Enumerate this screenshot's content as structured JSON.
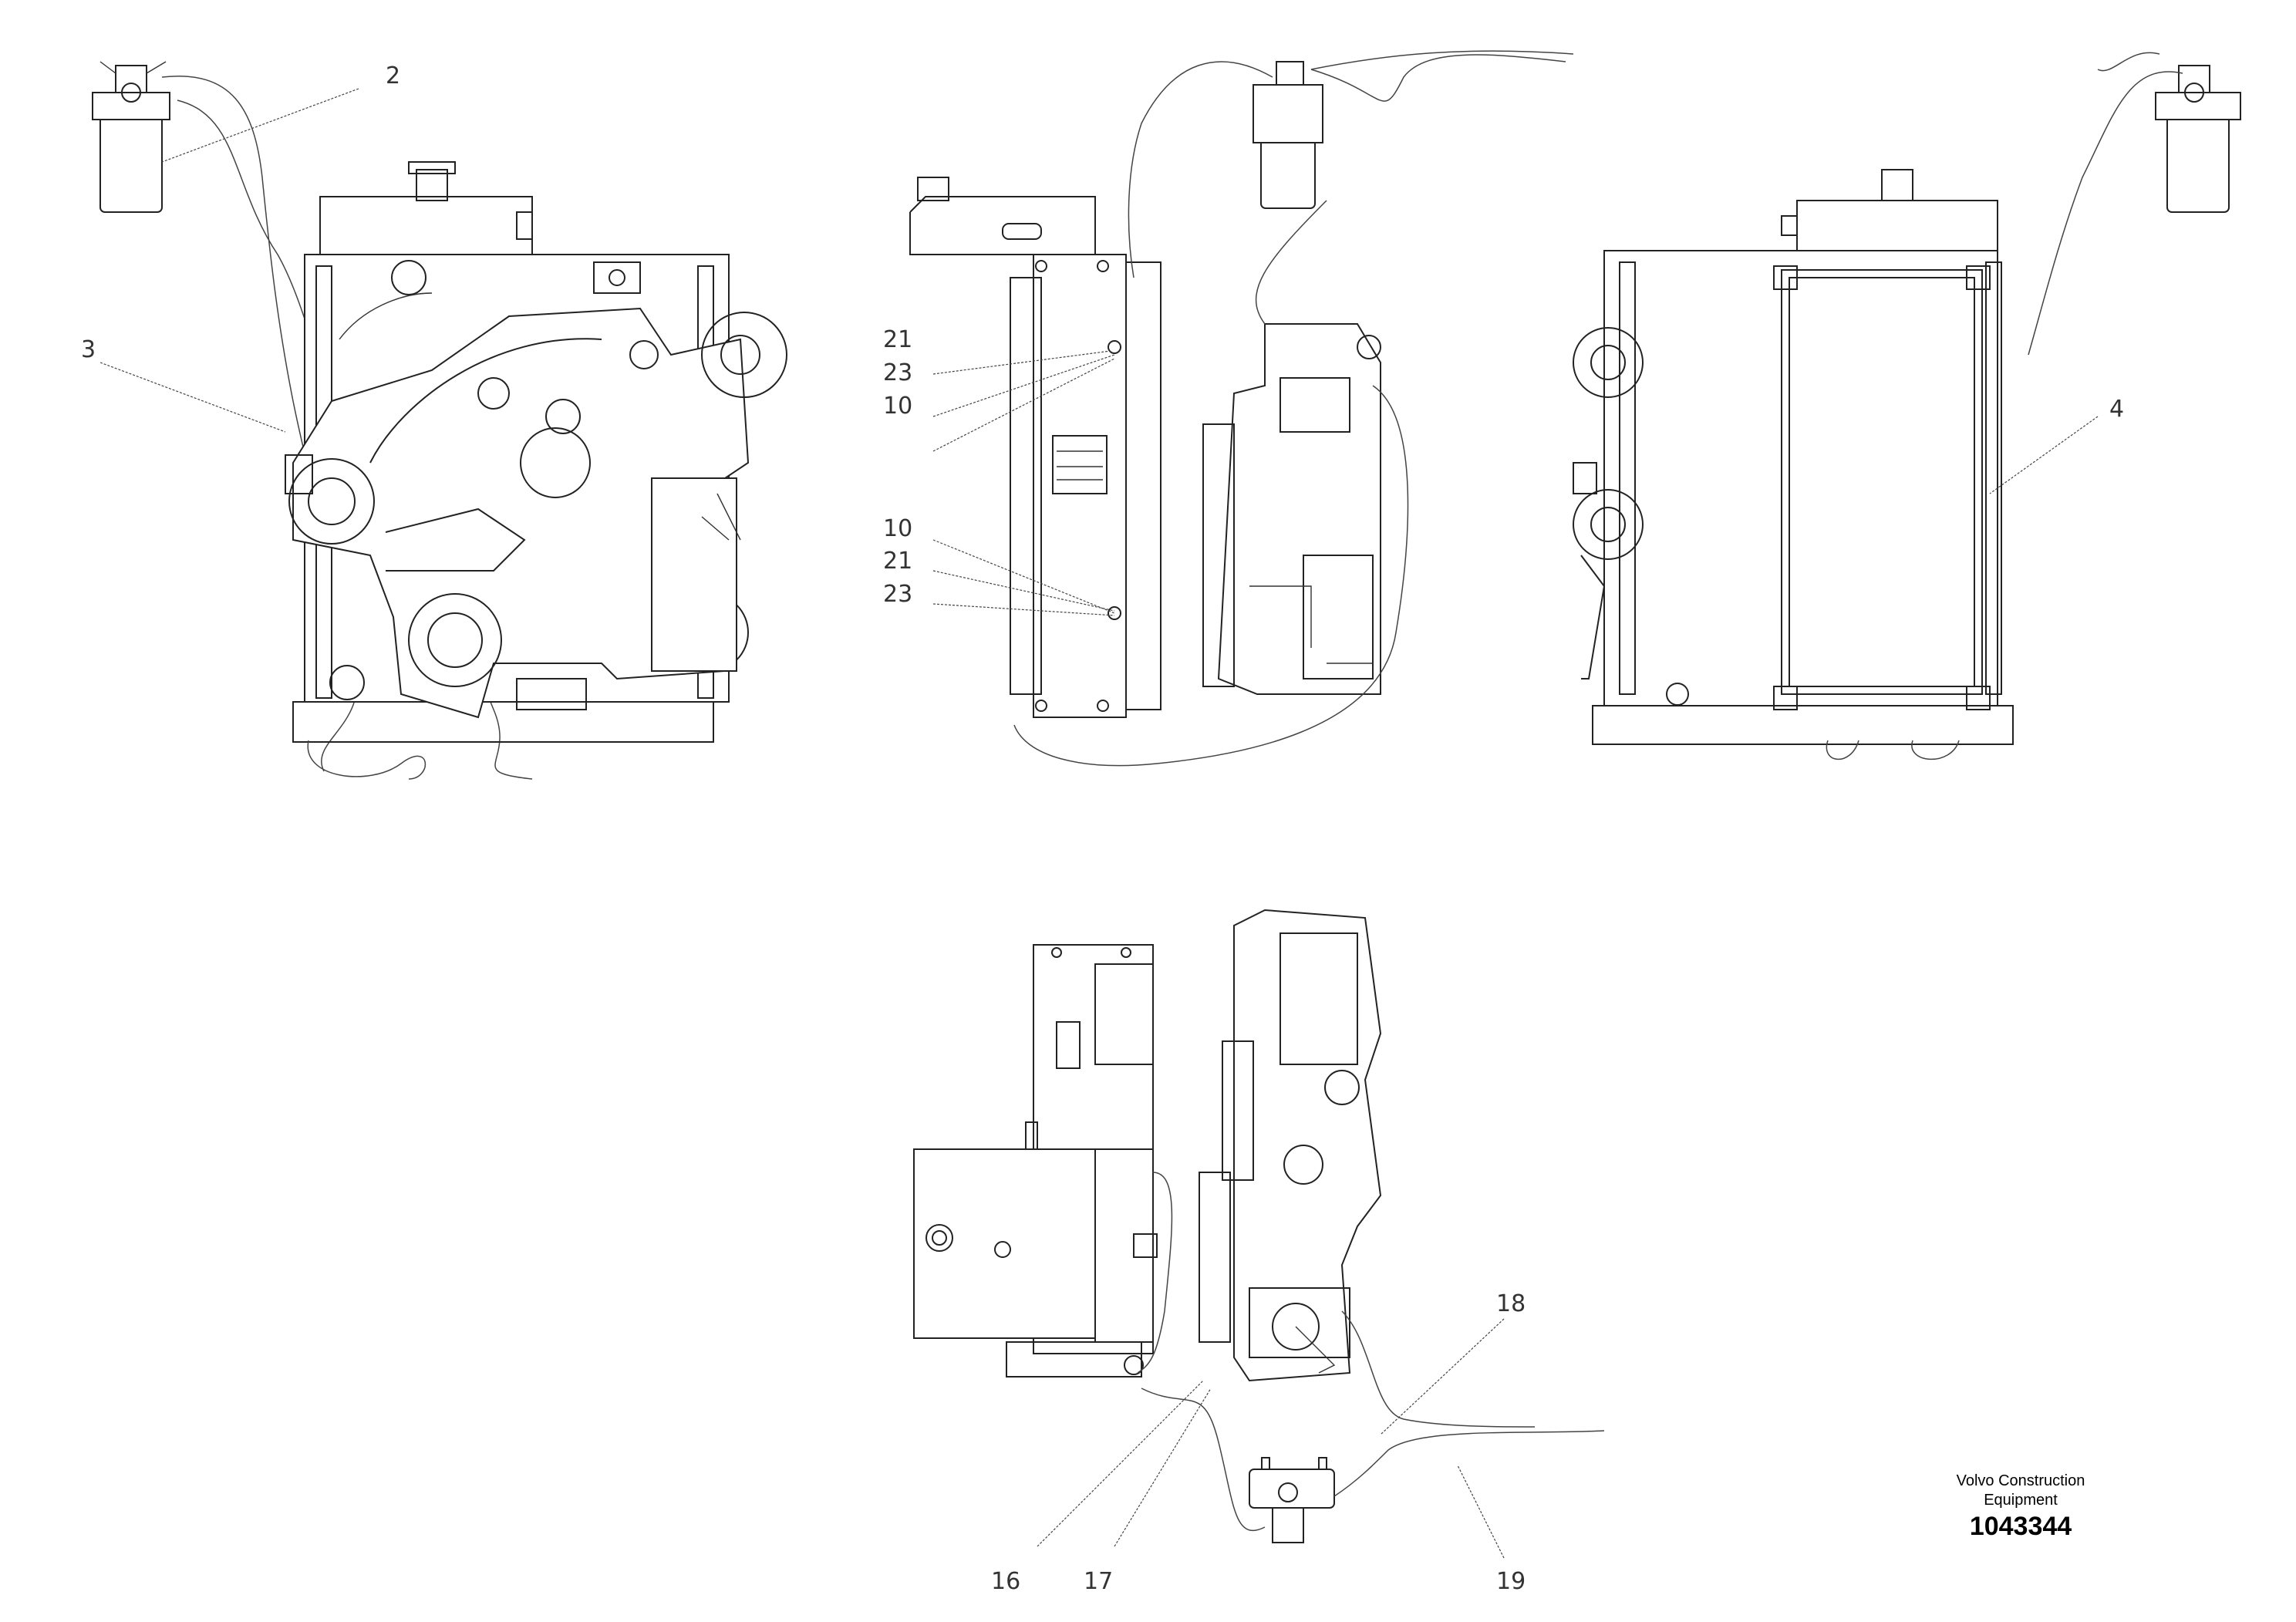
{
  "title_block": {
    "company_line1": "Volvo Construction",
    "company_line2": "Equipment",
    "drawing_number": "1043344"
  },
  "callouts": {
    "c2": "2",
    "c3": "3",
    "c4": "4",
    "c10a": "10",
    "c10b": "10",
    "c16": "16",
    "c17": "17",
    "c18": "18",
    "c19": "19",
    "c21a": "21",
    "c21b": "21",
    "c23a": "23",
    "c23b": "23"
  }
}
